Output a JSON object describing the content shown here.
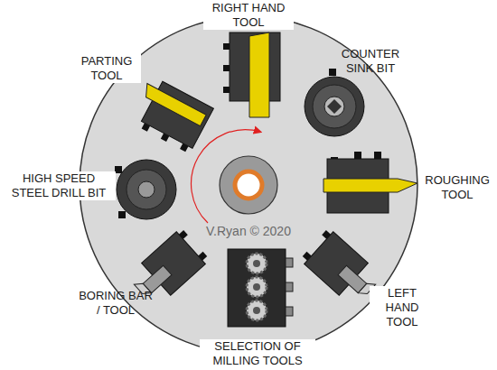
{
  "diagram": {
    "labels": [
      "RIGHT HAND TOOL",
      "COUNTER SINK BIT",
      "PARTING TOOL",
      "ROUGHING TOOL",
      "HIGH SPEED STEEL DRILL BIT",
      "V.Ryan © 2020",
      "BORING BAR / TOOL",
      "LEFT HAND TOOL",
      "SELECTION OF MILLING TOOLS"
    ]
  }
}
